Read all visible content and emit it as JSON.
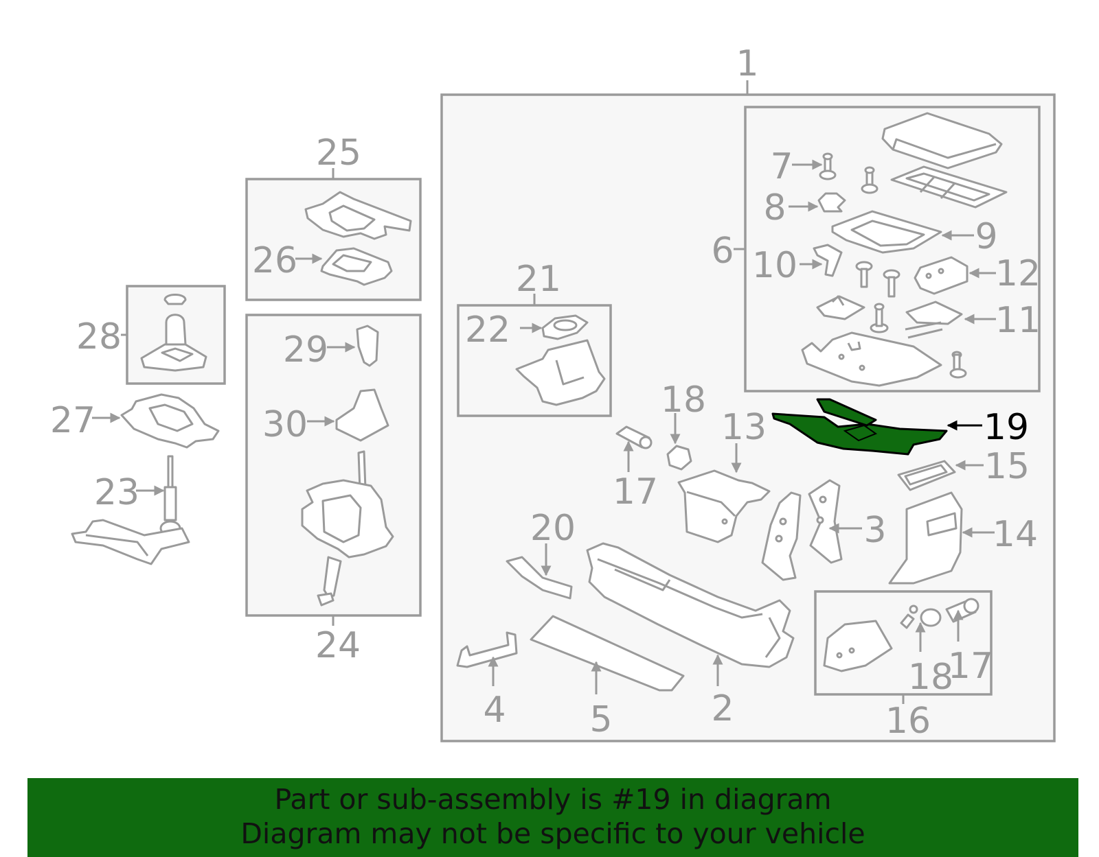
{
  "diagram": {
    "highlight_color": "#0f6b0f",
    "line_color": "#9a9a9a",
    "labels": {
      "p1": "1",
      "p2": "2",
      "p3": "3",
      "p4": "4",
      "p5": "5",
      "p6": "6",
      "p7": "7",
      "p8": "8",
      "p9": "9",
      "p10": "10",
      "p11": "11",
      "p12": "12",
      "p13": "13",
      "p14": "14",
      "p15": "15",
      "p16": "16",
      "p17": "17",
      "p17b": "17",
      "p18": "18",
      "p18b": "18",
      "p19": "19",
      "p20": "20",
      "p21": "21",
      "p22": "22",
      "p23": "23",
      "p24": "24",
      "p25": "25",
      "p26": "26",
      "p27": "27",
      "p28": "28",
      "p29": "29",
      "p30": "30"
    }
  },
  "banner": {
    "line1": "Part or sub-assembly is #19 in diagram",
    "line2": "Diagram may not be specific to your vehicle",
    "background": "#0f6b0f"
  }
}
